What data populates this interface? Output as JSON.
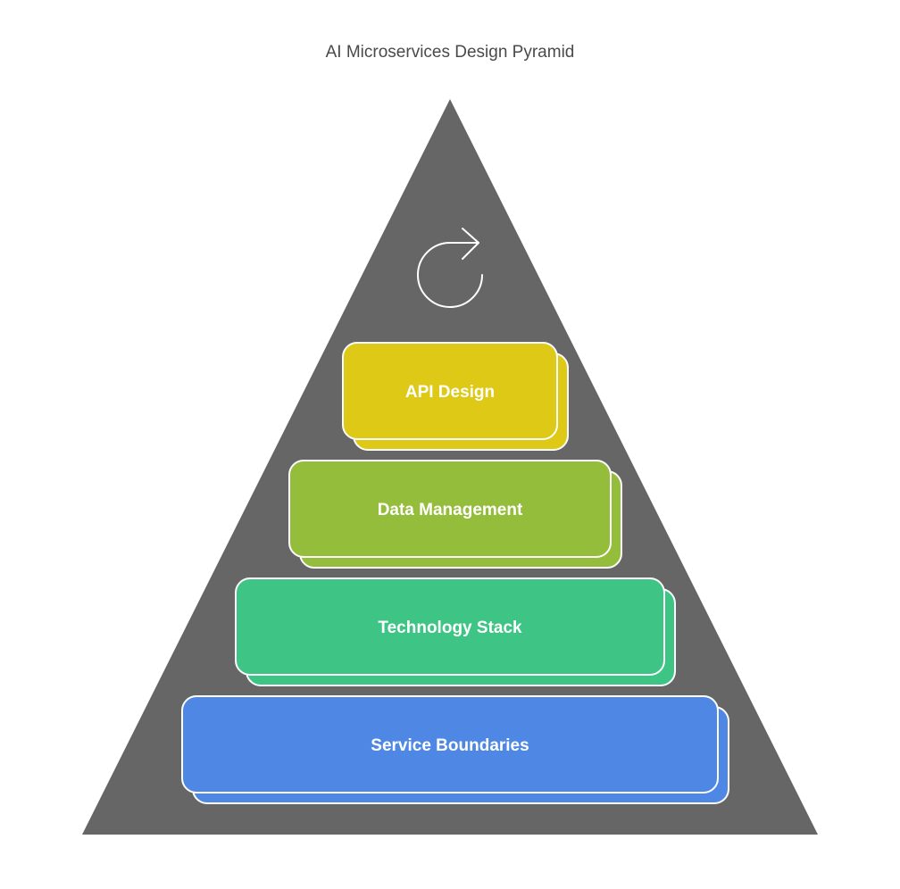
{
  "title": "AI Microservices Design Pyramid",
  "pyramid": {
    "background_color": "#666666",
    "top_icon": "refresh-cycle-icon",
    "layers": [
      {
        "label": "API Design",
        "color": "#ddc916"
      },
      {
        "label": "Data Management",
        "color": "#95bd3c"
      },
      {
        "label": "Technology Stack",
        "color": "#3ec585"
      },
      {
        "label": "Service Boundaries",
        "color": "#4e88e4"
      }
    ]
  }
}
